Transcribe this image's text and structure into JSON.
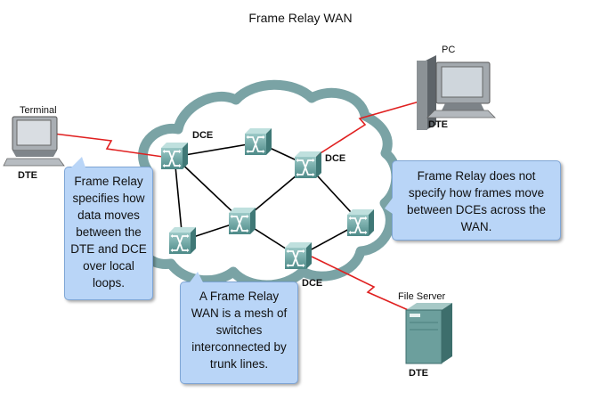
{
  "title": "Frame Relay WAN",
  "devices": {
    "terminal": {
      "name": "Terminal",
      "role": "DTE"
    },
    "pc": {
      "name": "PC",
      "role": "DTE"
    },
    "file_server": {
      "name": "File Server",
      "role": "DTE"
    }
  },
  "dce_labels": [
    "DCE",
    "DCE",
    "DCE"
  ],
  "callouts": {
    "left": "Frame Relay specifies how data moves between the DTE and DCE over local loops.",
    "right": "Frame Relay does not specify how frames move between DCEs across the WAN.",
    "bottom": "A Frame Relay WAN is a mesh of switches interconnected by trunk lines."
  },
  "colors": {
    "cloud": "#7aa3a5",
    "switch": "#6ea8a6",
    "callout": "#b9d5f7",
    "link_local": "#e02020",
    "trunk": "#000000"
  }
}
